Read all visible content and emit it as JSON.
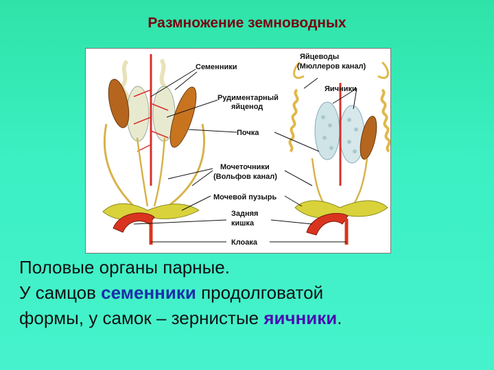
{
  "slide": {
    "title": "Размножение земноводных"
  },
  "diagram": {
    "labels": {
      "testes": "Семенники",
      "oviducts": "Яйцеводы",
      "muller": "(Мюллеров канал)",
      "ovaries": "Яичники",
      "rudiment1": "Рудиментарный",
      "rudiment2": "яйценод",
      "kidney": "Почка",
      "ureters": "Мочеточники",
      "wolff": "(Вольфов канал)",
      "bladder": "Мочевой пузырь",
      "hindgut1": "Задняя",
      "hindgut2": "кишка",
      "cloaca": "Клоака"
    }
  },
  "caption": {
    "line1": "Половые органы парные.",
    "line2_a": "У самцов ",
    "line2_hl": "семенники",
    "line2_b": " продолговатой",
    "line3_a": "формы, у самок – зернистые ",
    "line3_hl": "яичники",
    "line3_b": "."
  },
  "colors": {
    "title": "#7a0010",
    "background": "#3cf0c4",
    "highlight_testes": "#1a2fa8",
    "highlight_ovaries": "#4a0fb0"
  }
}
